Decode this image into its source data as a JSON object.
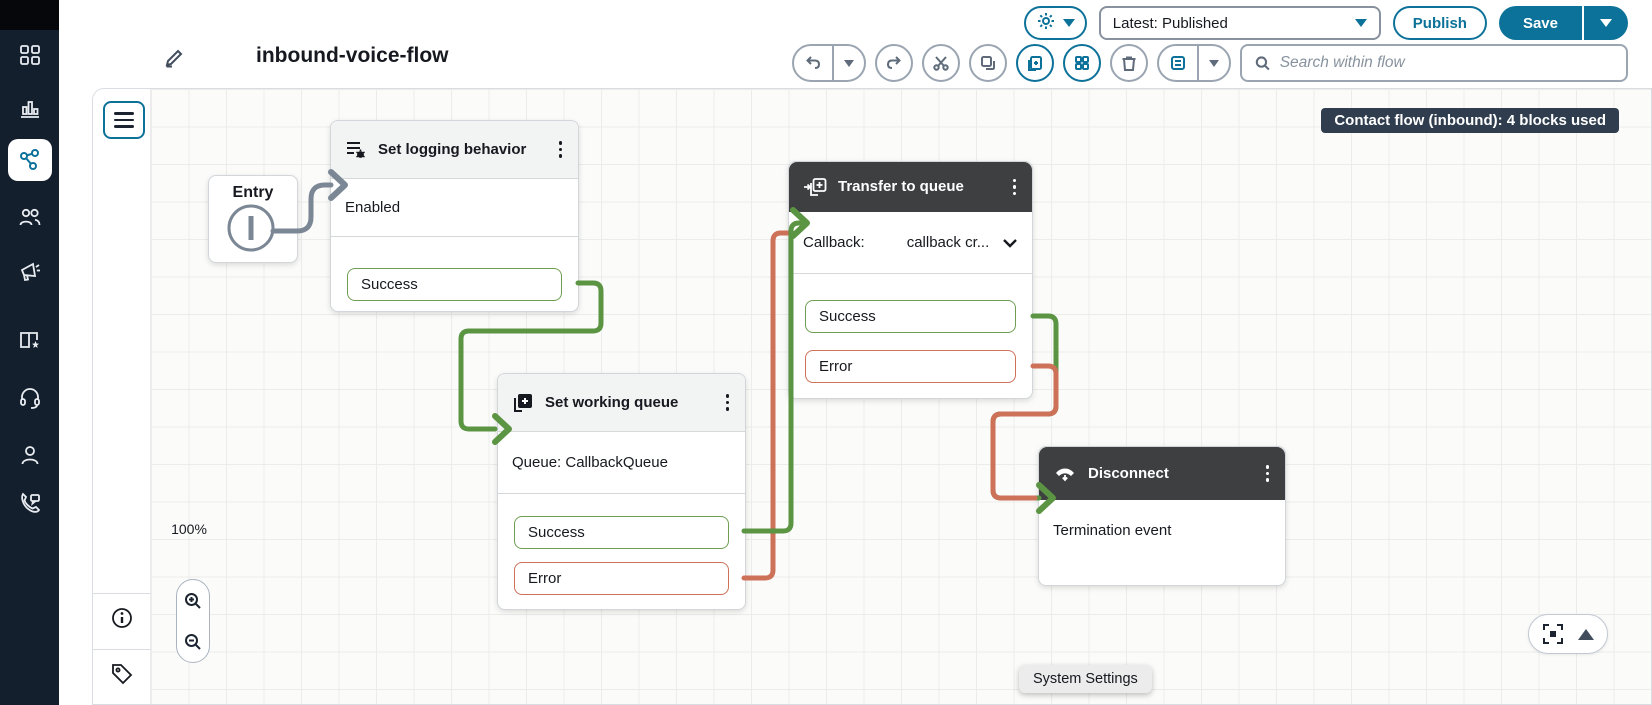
{
  "colors": {
    "accent": "#0d7299",
    "success_green": "#5b9442",
    "error_orange": "#cd7159",
    "connector_gray": "#7b8794",
    "dark_header": "#3d3f41",
    "badge_bg": "#2f3d4f",
    "sidebar_bg": "#141f2d"
  },
  "sidebar": {
    "icons": [
      "apps-grid-icon",
      "bar-chart-icon",
      "flows-icon (active)",
      "users-icon",
      "megaphone-icon",
      "book-star-icon",
      "headset-icon",
      "person-icon",
      "phone-chat-icon"
    ]
  },
  "header": {
    "title": "inbound-voice-flow",
    "version_label": "Latest: Published",
    "publish_label": "Publish",
    "save_label": "Save",
    "search_placeholder": "Search within flow",
    "toolbar_icons": [
      "undo-icon",
      "undo-caret",
      "redo-icon",
      "cut-icon",
      "copy-icon",
      "paste-icon",
      "blocks-grid-icon",
      "trash-icon",
      "notes-icon",
      "notes-caret",
      "search-icon"
    ],
    "top_icons": [
      "gear-icon",
      "gear-caret",
      "version-caret",
      "save-caret"
    ]
  },
  "canvas": {
    "badge": "Contact flow (inbound): 4 blocks used",
    "zoom_level": "100%",
    "tooltip": "System Settings",
    "blocks": {
      "entry": {
        "title": "Entry"
      },
      "set_logging": {
        "title": "Set logging behavior",
        "body": "Enabled",
        "success": "Success"
      },
      "set_working": {
        "title": "Set working queue",
        "body": "Queue: CallbackQueue",
        "success": "Success",
        "error": "Error"
      },
      "transfer": {
        "title": "Transfer to queue",
        "body_label": "Callback:",
        "body_value": "callback cr...",
        "success": "Success",
        "error": "Error"
      },
      "disconnect": {
        "title": "Disconnect",
        "body": "Termination event"
      }
    },
    "connections": [
      "Entry -> Set logging behavior",
      "Set logging behavior.Success -> Set working queue",
      "Set working queue.Success -> Transfer to queue",
      "Set working queue.Error -> Transfer to queue",
      "Transfer to queue.Success -> Disconnect",
      "Transfer to queue.Error -> Disconnect"
    ]
  }
}
